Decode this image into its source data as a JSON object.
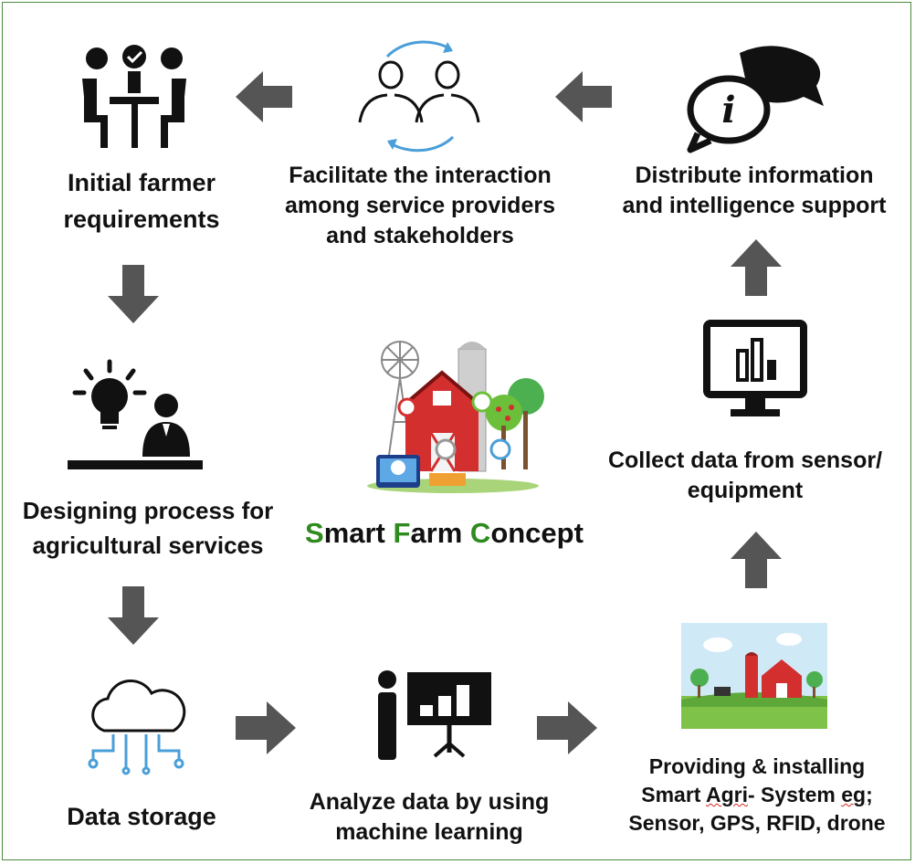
{
  "title": {
    "letter1": "S",
    "rest1": "mart ",
    "letter2": "F",
    "rest2": "arm ",
    "letter3": "C",
    "rest3": "oncept"
  },
  "steps": {
    "initial": {
      "line1": "Initial farmer",
      "line2": "requirements"
    },
    "facilitate": {
      "line1": "Facilitate the interaction",
      "line2": "among service providers",
      "line3": "and stakeholders"
    },
    "distribute": {
      "line1": "Distribute information",
      "line2": "and intelligence support"
    },
    "designing": {
      "line1": "Designing process for",
      "line2": "agricultural services"
    },
    "collect": {
      "line1": "Collect data from sensor/",
      "line2": "equipment"
    },
    "storage": {
      "line1": "Data storage"
    },
    "analyze": {
      "line1": "Analyze data by using",
      "line2": "machine learning"
    },
    "providing": {
      "line1": "Providing & installing",
      "line2a": "Smart ",
      "line2b": "Agri",
      "line2c": "- System ",
      "line2d": "eg",
      "line2e": ";",
      "line3": "Sensor, GPS, RFID, drone"
    }
  },
  "colors": {
    "arrow": "#555555",
    "accent_green": "#2e8b1e",
    "icon_blue": "#4a9fd8"
  }
}
